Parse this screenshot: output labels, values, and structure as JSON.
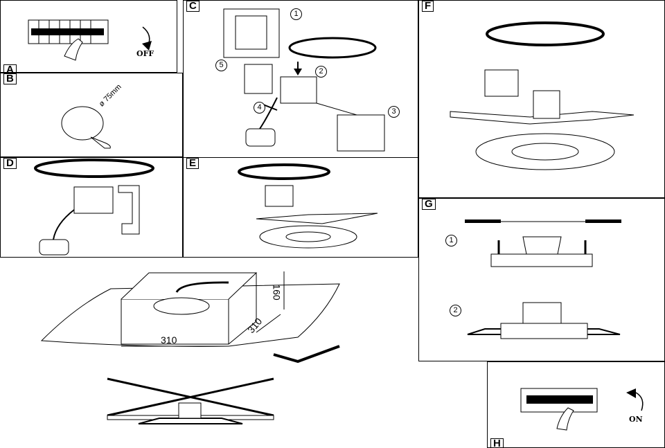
{
  "panels": {
    "a": {
      "tag": "A",
      "word": "OFF"
    },
    "b": {
      "tag": "B",
      "label": "ø 75mm"
    },
    "c": {
      "tag": "C",
      "steps": [
        "1",
        "2",
        "3",
        "4",
        "5"
      ]
    },
    "d": {
      "tag": "D"
    },
    "e": {
      "tag": "E"
    },
    "f": {
      "tag": "F"
    },
    "g": {
      "tag": "G",
      "steps": [
        "1",
        "2"
      ]
    },
    "h": {
      "tag": "H",
      "word": "ON"
    },
    "dims": {
      "width": "310",
      "depth": "310",
      "height": "160"
    }
  },
  "colors": {
    "line": "#000000",
    "paper": "#ffffff"
  }
}
